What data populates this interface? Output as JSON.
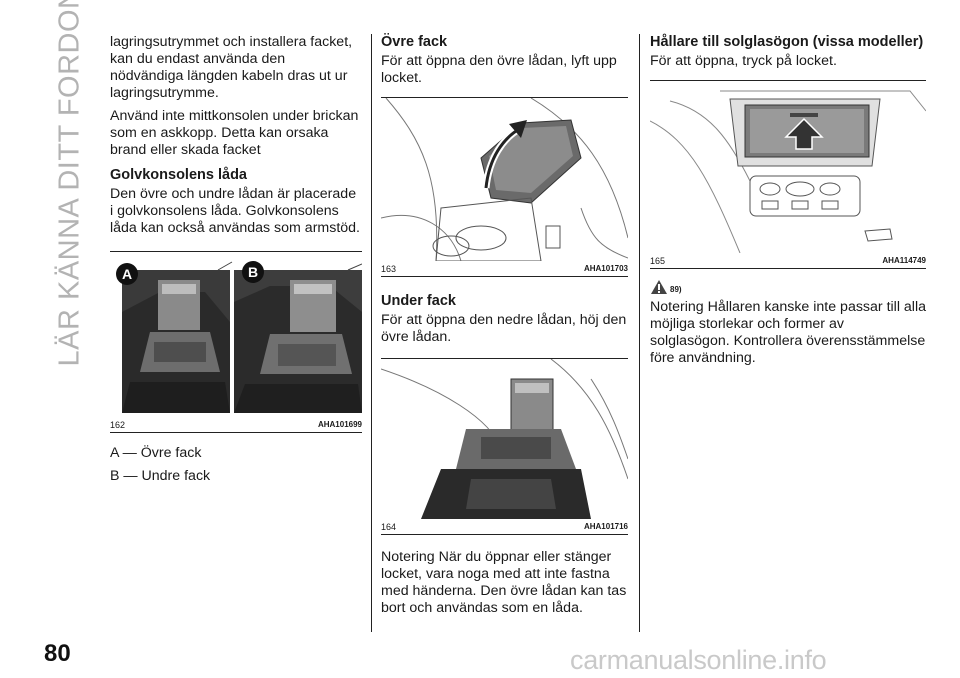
{
  "chapter_title": "LÄR KÄNNA DITT FORDON",
  "page_number": "80",
  "watermark": "carmanualsonline.info",
  "col1": {
    "p1": "lagringsutrymmet och installera facket, kan du endast använda den nödvändiga längden kabeln dras ut ur lagringsutrymme.",
    "p2": "Använd inte mittkonsolen under brickan som en askkopp. Detta kan orsaka brand eller skada facket",
    "heading": "Golvkonsolens låda",
    "p3": "Den övre och undre lådan är placerade i golvkonsolens låda. Golvkonsolens låda kan också användas som armstöd.",
    "fig": {
      "num": "162",
      "code": "AHA101699",
      "label_a": "A",
      "label_b": "B"
    },
    "item_a": "A — Övre fack",
    "item_b": "B — Undre fack"
  },
  "col2": {
    "heading1": "Övre fack",
    "p1": "För att öppna den övre lådan, lyft upp locket.",
    "fig1": {
      "num": "163",
      "code": "AHA101703"
    },
    "heading2": "Under fack",
    "p2": "För att öppna den nedre lådan, höj den övre lådan.",
    "fig2": {
      "num": "164",
      "code": "AHA101716"
    },
    "p3": "Notering  När du öppnar eller stänger locket, vara noga med att inte fastna med händerna. Den övre lådan kan tas bort och användas som en låda."
  },
  "col3": {
    "heading": "Hållare till solglasögon (vissa modeller)",
    "p1": "För att öppna, tryck på locket.",
    "fig": {
      "num": "165",
      "code": "AHA114749"
    },
    "warn_ref": "89)",
    "p2": "Notering  Hållaren kanske inte passar till alla möjliga storlekar och former av solglasögon. Kontrollera överensstämmelse före användning."
  }
}
